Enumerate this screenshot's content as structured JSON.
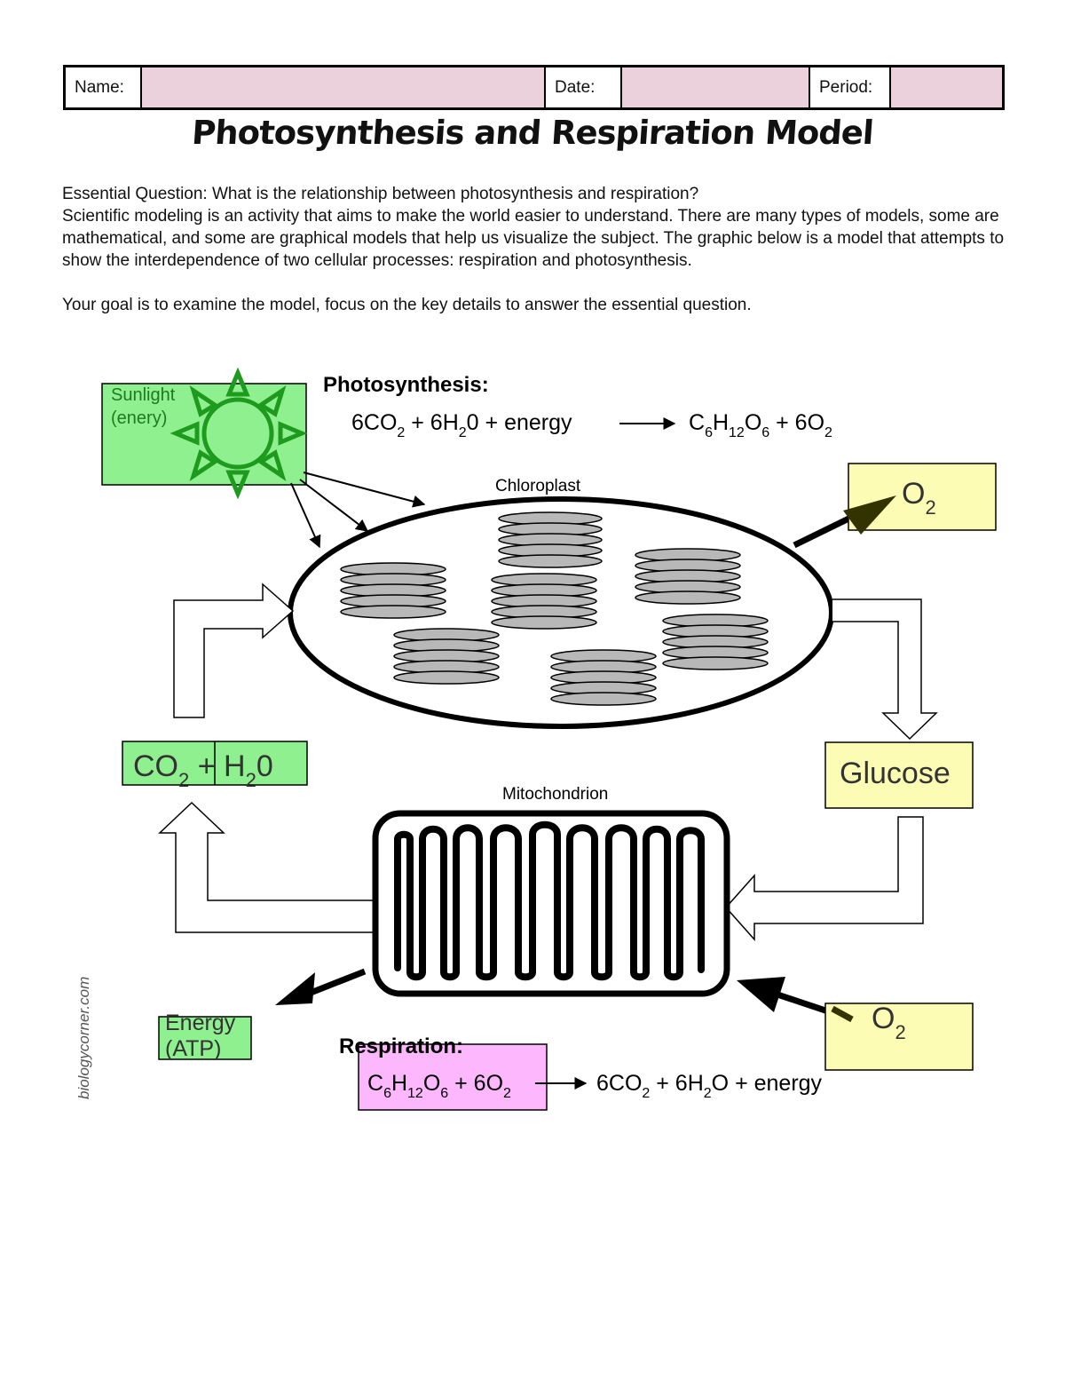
{
  "header": {
    "name_label": "Name:",
    "date_label": "Date:",
    "period_label": "Period:"
  },
  "title": "Photosynthesis and Respiration Model",
  "intro": {
    "essential_question": "Essential Question: What is the relationship between photosynthesis and respiration?",
    "paragraph": "Scientific modeling is an activity that aims to make the world easier to understand. There are many types of models, some are mathematical, and some are graphical models that help us visualize the subject. The graphic below is a model that attempts to show the interdependence of two cellular processes: respiration and photosynthesis.",
    "goal": "Your goal is to examine the model, focus on the key details to answer the essential question."
  },
  "diagram": {
    "sunlight_line1": "Sunlight",
    "sunlight_line2": "(enery)",
    "photosynthesis_label": "Photosynthesis:",
    "photosynthesis_equation": "6CO2 + 6H20 + energy → C6H12O6 + 6O2",
    "chloroplast_label": "Chloroplast",
    "oxygen_out": "O2",
    "glucose": "Glucose",
    "co2_h2o": "CO2 + H20",
    "mitochondrion_label": "Mitochondrion",
    "energy_line1": "Energy",
    "energy_line2": "(ATP)",
    "oxygen_in": "O2",
    "respiration_label": "Respiration:",
    "respiration_equation": "C6H12O6 + 6O2 → 6CO2 + 6H2O + energy",
    "credit": "biologycorner.com"
  },
  "colors": {
    "field_pink": "#ead1dc",
    "green_box": "#8ff08f",
    "yellow_box": "#fdfcb4",
    "magenta_box": "#fdb7fd",
    "sun_green": "#1e9a1e"
  }
}
